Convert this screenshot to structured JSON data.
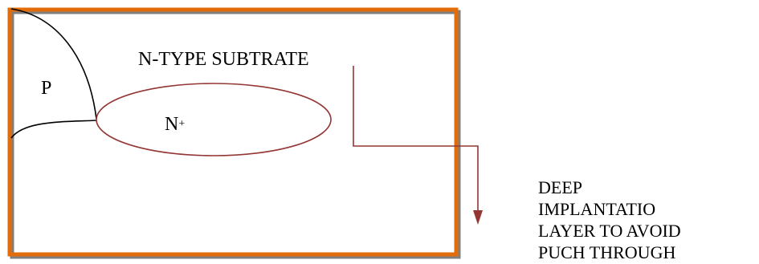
{
  "labels": {
    "substrate": "N-TYPE SUBTRATE",
    "p_region": "P",
    "n_region": "N",
    "n_superscript": "+"
  },
  "annotation": {
    "lines": [
      "DEEP",
      "IMPLANTATIO",
      "LAYER TO AVOID",
      "PUCH THROUGH"
    ]
  },
  "colors": {
    "substrate_border": "#E36C0A",
    "substrate_shadow": "#7F7F7F",
    "ellipse_stroke": "#943634",
    "arrow_stroke": "#943634",
    "p_curve_stroke": "#000000",
    "text": "#000000"
  }
}
